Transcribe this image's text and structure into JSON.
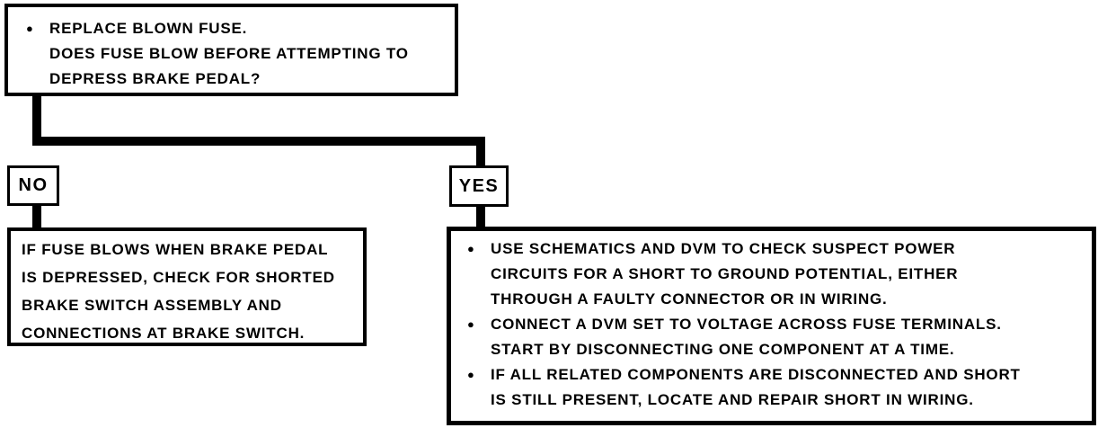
{
  "flowchart": {
    "title_semantic": "fuse-blow-troubleshooting-flowchart",
    "colors": {
      "ink": "#000000",
      "background": "#ffffff"
    },
    "start_box": {
      "bullet": "●",
      "text": "REPLACE BLOWN FUSE.\nDOES FUSE BLOW BEFORE ATTEMPTING TO\nDEPRESS BRAKE PEDAL?"
    },
    "branches": {
      "no_label": "NO",
      "yes_label": "YES"
    },
    "no_result_box": {
      "text": "IF FUSE BLOWS WHEN BRAKE PEDAL\nIS DEPRESSED, CHECK FOR SHORTED\nBRAKE SWITCH ASSEMBLY AND\nCONNECTIONS AT BRAKE SWITCH."
    },
    "yes_result_box": {
      "items": [
        {
          "bullet": "●",
          "text": "USE SCHEMATICS AND DVM TO CHECK SUSPECT POWER\nCIRCUITS FOR A SHORT TO GROUND POTENTIAL, EITHER\nTHROUGH A FAULTY CONNECTOR OR IN WIRING."
        },
        {
          "bullet": "●",
          "text": "CONNECT A DVM SET TO VOLTAGE ACROSS FUSE TERMINALS.\nSTART BY DISCONNECTING ONE COMPONENT AT A TIME."
        },
        {
          "bullet": "●",
          "text": "IF ALL RELATED COMPONENTS ARE DISCONNECTED AND SHORT\nIS STILL PRESENT, LOCATE AND REPAIR SHORT IN WIRING."
        }
      ]
    }
  }
}
